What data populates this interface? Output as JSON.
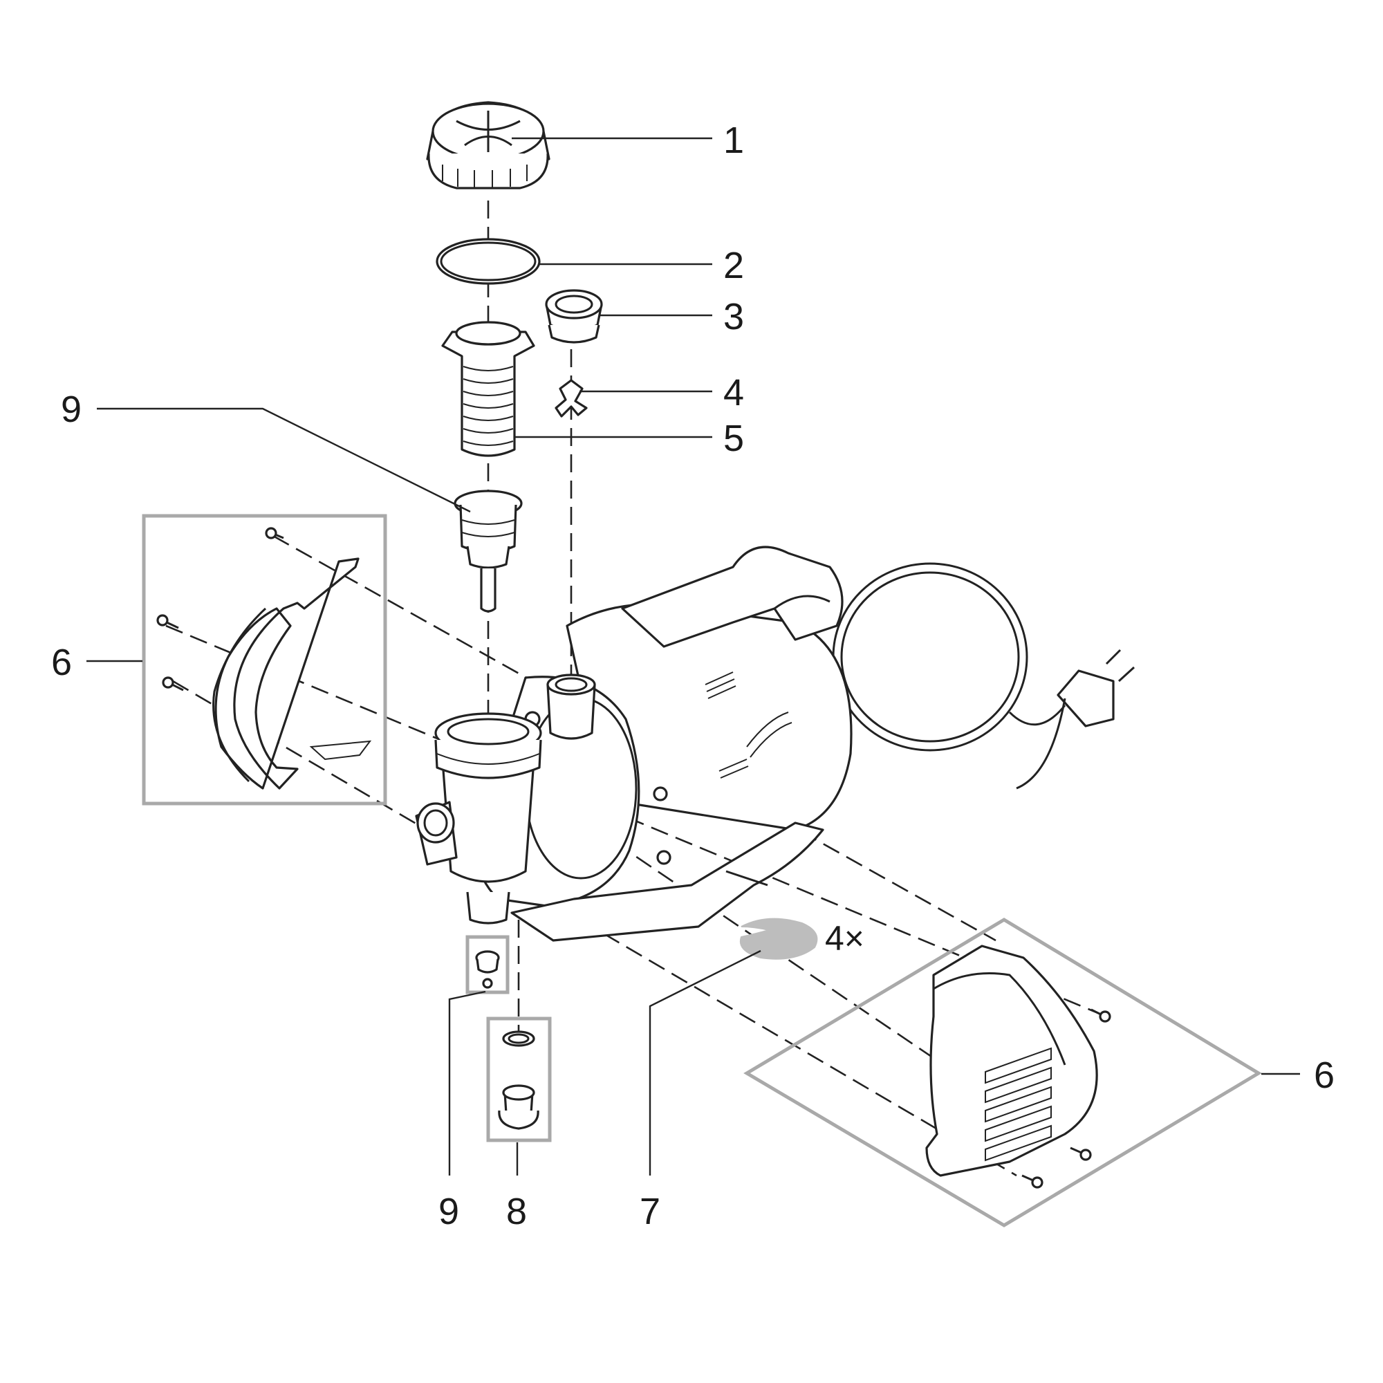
{
  "callouts": {
    "c1": "1",
    "c2": "2",
    "c3": "3",
    "c4": "4",
    "c5": "5",
    "c6_left": "6",
    "c6_right": "6",
    "c7": "7",
    "c8": "8",
    "c9_top": "9",
    "c9_bottom": "9"
  },
  "quantity_label": "4×",
  "colors": {
    "line": "#222222",
    "group_box": "#a9a9a9",
    "foot_pad": "#bdbdbd"
  }
}
